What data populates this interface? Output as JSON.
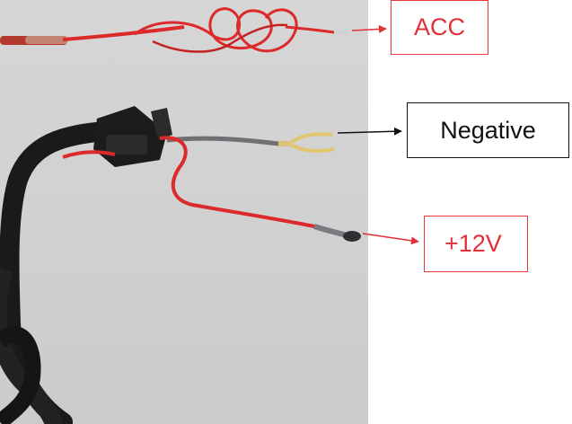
{
  "labels": {
    "acc": "ACC",
    "negative": "Negative",
    "plus12v": "+12V"
  },
  "colors": {
    "red_wire": "#dc2a2a",
    "black_cable": "#1a1a1a",
    "label_red": "#e23037",
    "label_black": "#111111",
    "photo_background": "#d3d3d3"
  }
}
